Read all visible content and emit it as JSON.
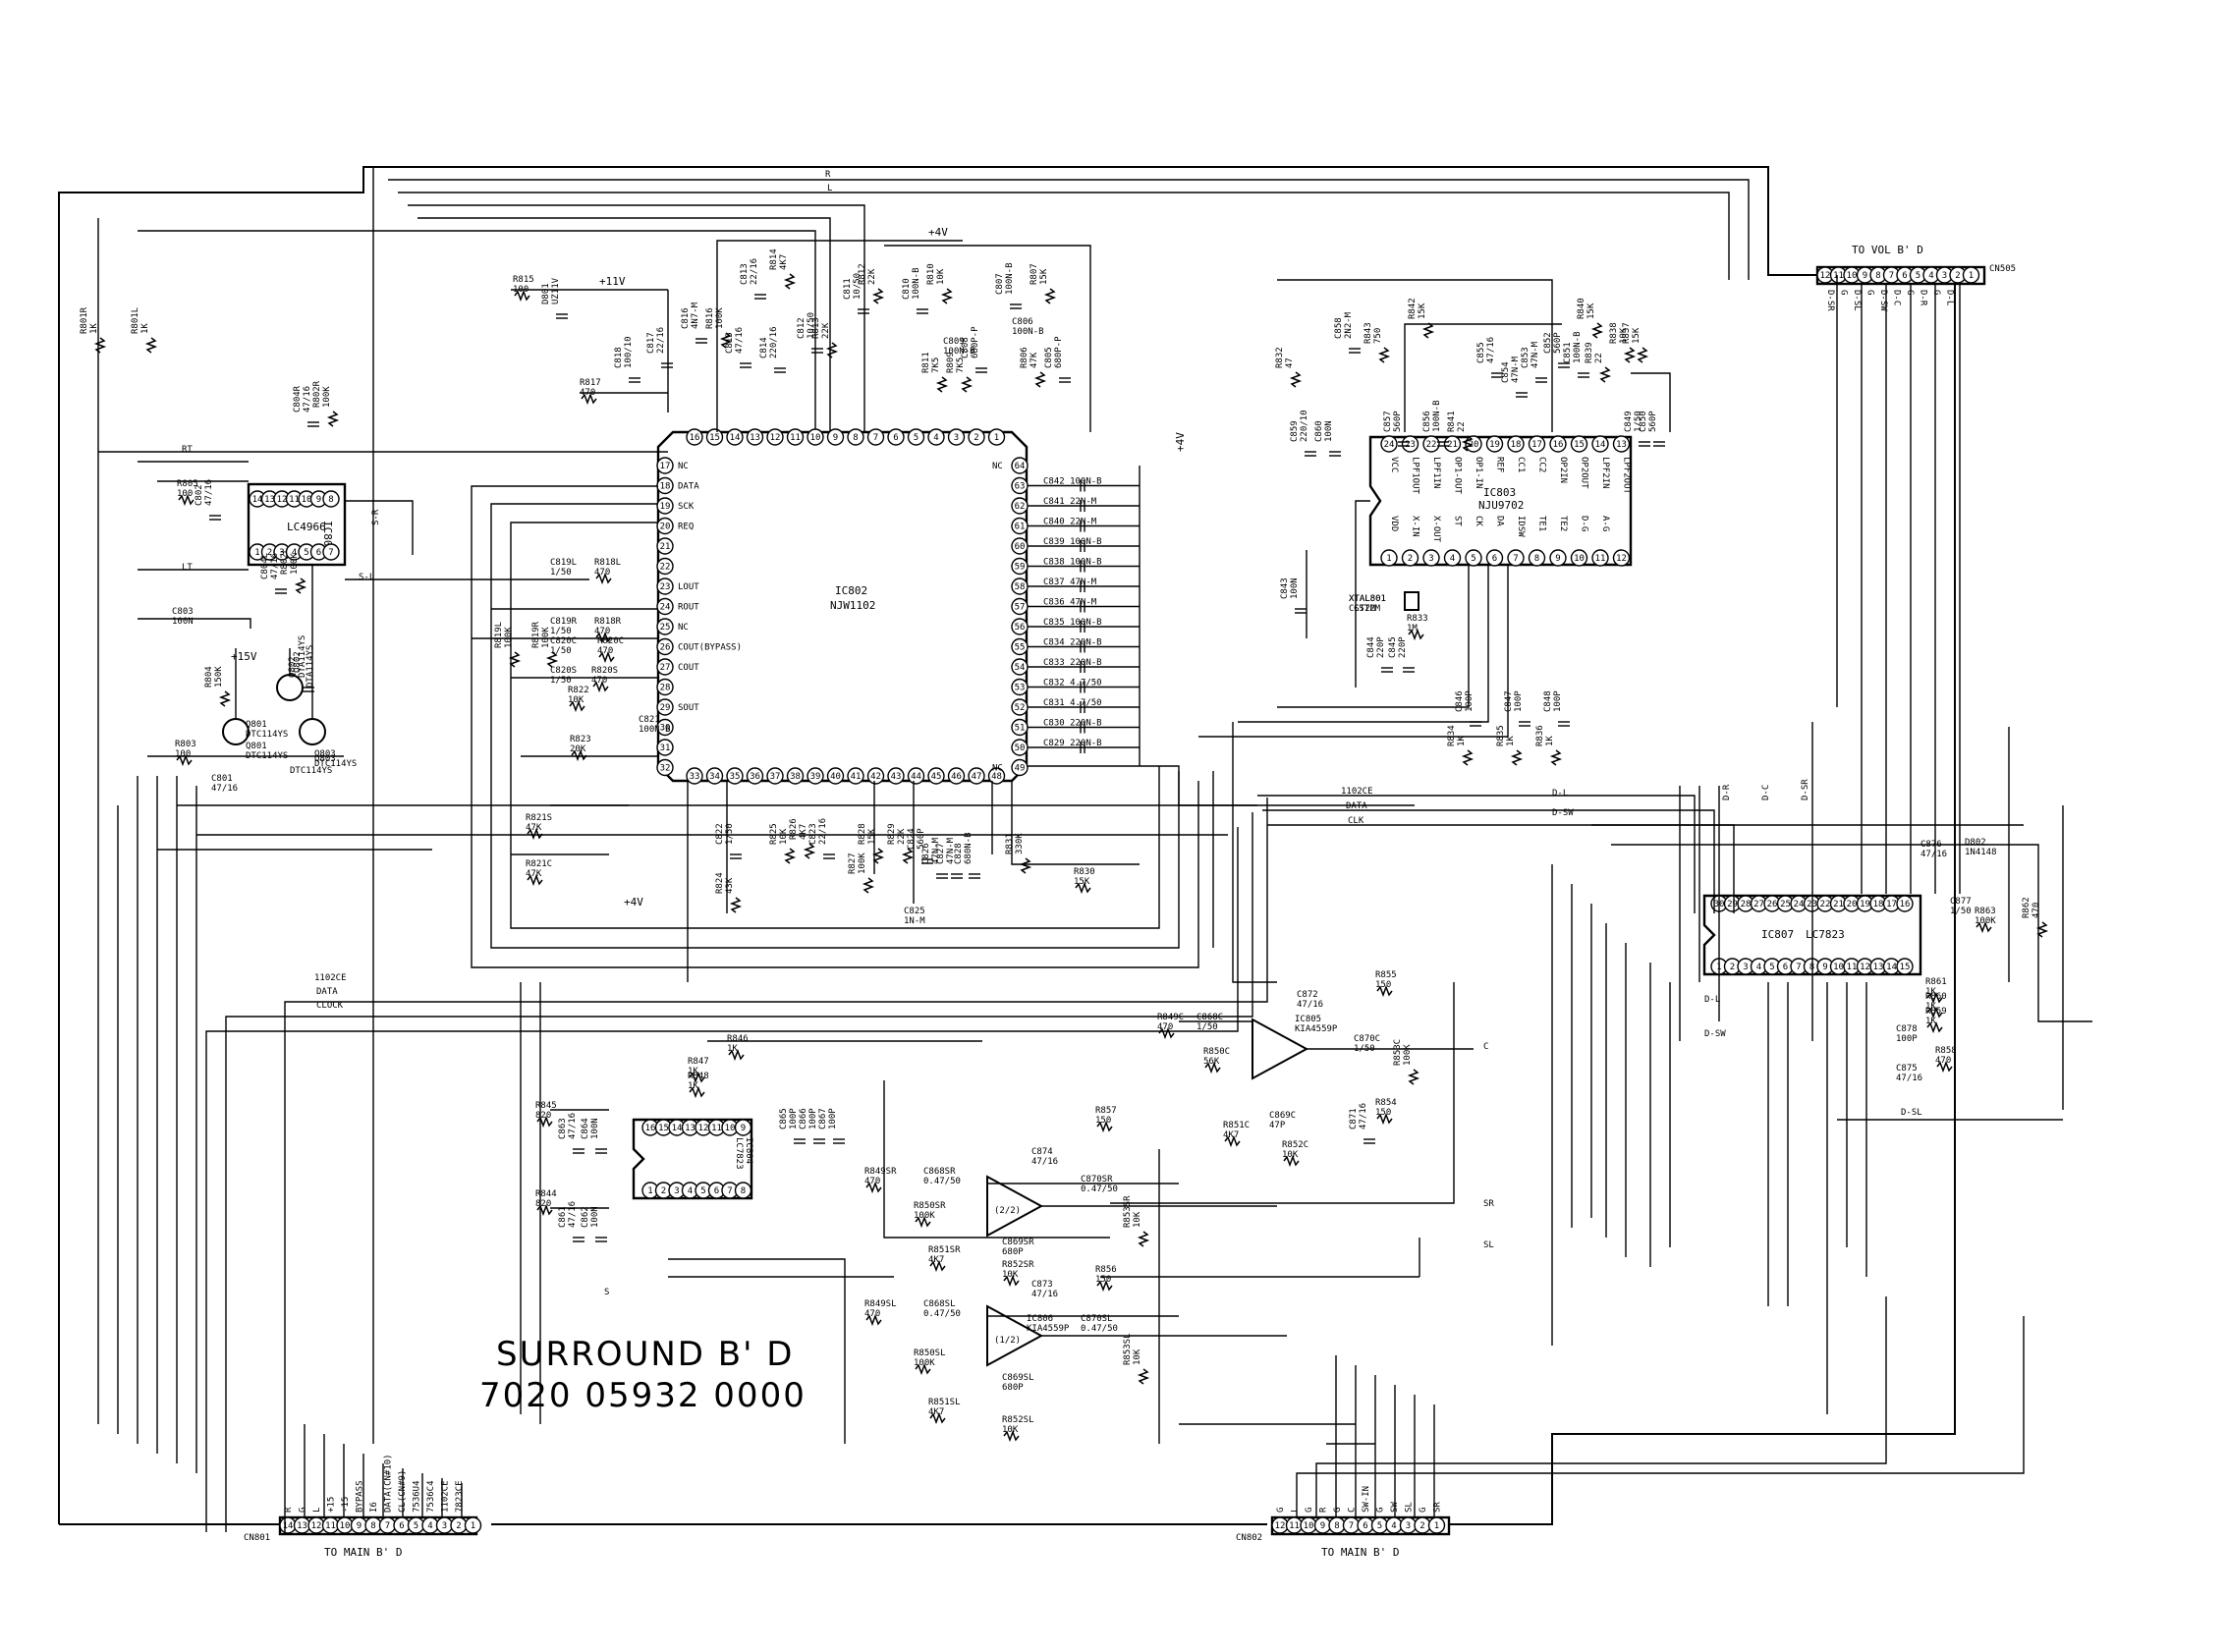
{
  "title": {
    "board": "SURROUND B' D",
    "part_number": "7020 05932 0000"
  },
  "connectors": {
    "cn505": {
      "ref": "CN505",
      "caption": "TO VOL B' D",
      "pin_numbers": [
        "12",
        "11",
        "10",
        "9",
        "8",
        "7",
        "6",
        "5",
        "4",
        "3",
        "2",
        "1"
      ],
      "signals": [
        "D-SR",
        "G",
        "D-SL",
        "G",
        "D-SW",
        "D-C",
        "G",
        "D-R",
        "G",
        "D-L"
      ]
    },
    "cn801": {
      "ref": "CN801",
      "caption": "TO MAIN B' D",
      "pin_numbers": [
        "14",
        "13",
        "12",
        "11",
        "10",
        "9",
        "8",
        "7",
        "6",
        "5",
        "4",
        "3",
        "2",
        "1"
      ],
      "signals": [
        "R",
        "G",
        "L",
        "+15",
        "-15",
        "BYPASS",
        "I6",
        "DATA(CN#10)",
        "CL(CN#9)",
        "7536U4",
        "7536C4",
        "1102CE",
        "7823CE"
      ]
    },
    "cn802": {
      "ref": "CN802",
      "caption": "TO MAIN B' D",
      "pin_numbers": [
        "12",
        "11",
        "10",
        "9",
        "8",
        "7",
        "6",
        "5",
        "4",
        "3",
        "2",
        "1"
      ],
      "signals": [
        "G",
        "L",
        "G",
        "R",
        "G",
        "C",
        "SW-IN",
        "G",
        "SW",
        "SL",
        "G",
        "SR"
      ]
    }
  },
  "ics": {
    "ic801": {
      "ref": "IC801",
      "part": "LC4966"
    },
    "ic802": {
      "ref": "IC802",
      "part": "NJW1102"
    },
    "ic803": {
      "ref": "IC803",
      "part": "NJU9702"
    },
    "ic804": {
      "ref": "IC804",
      "part": "LC7823"
    },
    "ic805": {
      "ref": "IC805",
      "part": "KIA4559P"
    },
    "ic806": {
      "ref": "IC806",
      "part": "KIA4559P"
    },
    "ic807": {
      "ref": "IC807",
      "part": "LC7823"
    }
  },
  "ic802_pins_left": [
    {
      "n": "17",
      "name": "NC"
    },
    {
      "n": "18",
      "name": "DATA"
    },
    {
      "n": "19",
      "name": "SCK"
    },
    {
      "n": "20",
      "name": "REQ"
    },
    {
      "n": "21",
      "name": ""
    },
    {
      "n": "22",
      "name": ""
    },
    {
      "n": "23",
      "name": "LOUT"
    },
    {
      "n": "24",
      "name": "ROUT"
    },
    {
      "n": "25",
      "name": "NC"
    },
    {
      "n": "26",
      "name": "COUT(BYPASS)"
    },
    {
      "n": "27",
      "name": "COUT"
    },
    {
      "n": "28",
      "name": ""
    },
    {
      "n": "29",
      "name": "SOUT"
    },
    {
      "n": "30",
      "name": ""
    },
    {
      "n": "31",
      "name": ""
    },
    {
      "n": "32",
      "name": ""
    }
  ],
  "ic802_pins_top": [
    "16",
    "15",
    "14",
    "13",
    "12",
    "11",
    "10",
    "9",
    "8",
    "7",
    "6",
    "5",
    "4",
    "3",
    "2",
    "1"
  ],
  "ic802_pins_bottom": [
    "33",
    "34",
    "35",
    "36",
    "37",
    "38",
    "39",
    "40",
    "41",
    "42",
    "43",
    "44",
    "45",
    "46",
    "47",
    "48"
  ],
  "ic802_pins_right": [
    {
      "n": "64",
      "part": "NC"
    },
    {
      "n": "63",
      "part": "C842 100N-B"
    },
    {
      "n": "62",
      "part": "C841 22N-M"
    },
    {
      "n": "61",
      "part": "C840 22N-M"
    },
    {
      "n": "60",
      "part": "C839 100N-B"
    },
    {
      "n": "59",
      "part": "C838 100N-B"
    },
    {
      "n": "58",
      "part": "C837 47N-M"
    },
    {
      "n": "57",
      "part": "C836 47N-M"
    },
    {
      "n": "56",
      "part": "C835 100N-B"
    },
    {
      "n": "55",
      "part": "C834 220N-B"
    },
    {
      "n": "54",
      "part": "C833 220N-B"
    },
    {
      "n": "53",
      "part": "C832 4.7/50"
    },
    {
      "n": "52",
      "part": "C831 4.7/50"
    },
    {
      "n": "51",
      "part": "C830 220N-B"
    },
    {
      "n": "50",
      "part": "C829 220N-B"
    },
    {
      "n": "49",
      "part": "NC"
    }
  ],
  "ic803_pins_top": [
    {
      "n": "24",
      "name": "VCC"
    },
    {
      "n": "23",
      "name": "LPF1OUT"
    },
    {
      "n": "22",
      "name": "LPF1IN"
    },
    {
      "n": "21",
      "name": "OP1-OUT"
    },
    {
      "n": "20",
      "name": "OP1-IN"
    },
    {
      "n": "19",
      "name": "REF"
    },
    {
      "n": "18",
      "name": "CC1"
    },
    {
      "n": "17",
      "name": "CC2"
    },
    {
      "n": "16",
      "name": "OP2IN"
    },
    {
      "n": "15",
      "name": "OP2OUT"
    },
    {
      "n": "14",
      "name": "LPF2IN"
    },
    {
      "n": "13",
      "name": "LPF2OUT"
    }
  ],
  "ic803_pins_bottom": [
    {
      "n": "1",
      "name": "VDD"
    },
    {
      "n": "2",
      "name": "X-IN"
    },
    {
      "n": "3",
      "name": "X-OUT"
    },
    {
      "n": "4",
      "name": "ST"
    },
    {
      "n": "5",
      "name": "CK"
    },
    {
      "n": "6",
      "name": "DA"
    },
    {
      "n": "7",
      "name": "IDSW"
    },
    {
      "n": "8",
      "name": "TE1"
    },
    {
      "n": "9",
      "name": "TE2"
    },
    {
      "n": "10",
      "name": "D-G"
    },
    {
      "n": "11",
      "name": "A-G"
    },
    {
      "n": "12",
      "name": ""
    }
  ],
  "ic807_pins_top": [
    "30",
    "29",
    "28",
    "27",
    "26",
    "25",
    "24",
    "23",
    "22",
    "21",
    "20",
    "19",
    "18",
    "17",
    "16"
  ],
  "ic807_pins_bottom": [
    "1",
    "2",
    "3",
    "4",
    "5",
    "6",
    "7",
    "8",
    "9",
    "10",
    "11",
    "12",
    "13",
    "14",
    "15"
  ],
  "ic804_pins_top": [
    "16",
    "15",
    "14",
    "13",
    "12",
    "11",
    "10",
    "9"
  ],
  "ic804_pins_bottom": [
    "1",
    "2",
    "3",
    "4",
    "5",
    "6",
    "7",
    "8"
  ],
  "power_labels": [
    "+4V",
    "+11V",
    "+4V",
    "+4V",
    "+15V"
  ],
  "bus_labels": [
    "1102CE",
    "DATA",
    "CLK",
    "1102CE",
    "DATA",
    "CLOCK"
  ],
  "net_labels": [
    "R",
    "L",
    "RT",
    "LT",
    "S-R",
    "S-L",
    "C",
    "SR",
    "SL",
    "S",
    "D-SW",
    "D-L",
    "D-SL",
    "D-R",
    "D-C",
    "D-SR",
    "D-SW",
    "D-L"
  ],
  "components": [
    {
      "ref": "R801R",
      "value": "1K"
    },
    {
      "ref": "R801L",
      "value": "1K"
    },
    {
      "ref": "R805",
      "value": "100"
    },
    {
      "ref": "C802",
      "value": "47/16"
    },
    {
      "ref": "C804R",
      "value": "47/16"
    },
    {
      "ref": "R802R",
      "value": "100K"
    },
    {
      "ref": "C804L",
      "value": "47/16"
    },
    {
      "ref": "R802L",
      "value": "100K"
    },
    {
      "ref": "C803",
      "value": "100N"
    },
    {
      "ref": "R804",
      "value": "150K"
    },
    {
      "ref": "Q801",
      "value": "DTC114YS"
    },
    {
      "ref": "Q802",
      "value": "DTA114YS"
    },
    {
      "ref": "Q803",
      "value": "DTC114YS"
    },
    {
      "ref": "R803",
      "value": "100"
    },
    {
      "ref": "C801",
      "value": "47/16"
    },
    {
      "ref": "R815",
      "value": "100"
    },
    {
      "ref": "D801",
      "value": "UZ11V"
    },
    {
      "ref": "C818",
      "value": "100/10"
    },
    {
      "ref": "R817",
      "value": "470"
    },
    {
      "ref": "C817",
      "value": "22/16"
    },
    {
      "ref": "C816",
      "value": "4N7-M"
    },
    {
      "ref": "R816",
      "value": "100K"
    },
    {
      "ref": "C815",
      "value": "47/16"
    },
    {
      "ref": "C813",
      "value": "22/16"
    },
    {
      "ref": "R814",
      "value": "4K7"
    },
    {
      "ref": "C814",
      "value": "220/16"
    },
    {
      "ref": "C812",
      "value": "10/50"
    },
    {
      "ref": "R813",
      "value": "22K"
    },
    {
      "ref": "C811",
      "value": "10/50"
    },
    {
      "ref": "R812",
      "value": "22K"
    },
    {
      "ref": "C810",
      "value": "100N-B"
    },
    {
      "ref": "R810",
      "value": "10K"
    },
    {
      "ref": "C809",
      "value": "100N-B"
    },
    {
      "ref": "R811",
      "value": "7K5"
    },
    {
      "ref": "R809",
      "value": "7K5"
    },
    {
      "ref": "C808",
      "value": "680P-P"
    },
    {
      "ref": "C807",
      "value": "100N-B"
    },
    {
      "ref": "R807",
      "value": "15K"
    },
    {
      "ref": "C806",
      "value": "100N-B"
    },
    {
      "ref": "R806",
      "value": "47K"
    },
    {
      "ref": "C805",
      "value": "680P-P"
    },
    {
      "ref": "C819L",
      "value": "1/50"
    },
    {
      "ref": "R818L",
      "value": "470"
    },
    {
      "ref": "C819R",
      "value": "1/50"
    },
    {
      "ref": "R818R",
      "value": "470"
    },
    {
      "ref": "R819L",
      "value": "100K"
    },
    {
      "ref": "R819R",
      "value": "100K"
    },
    {
      "ref": "C820C",
      "value": "1/50"
    },
    {
      "ref": "R820C",
      "value": "470"
    },
    {
      "ref": "R822",
      "value": "10K"
    },
    {
      "ref": "C820S",
      "value": "1/50"
    },
    {
      "ref": "R820S",
      "value": "470"
    },
    {
      "ref": "C821",
      "value": "100N-B"
    },
    {
      "ref": "R823",
      "value": "20K"
    },
    {
      "ref": "R821S",
      "value": "47K"
    },
    {
      "ref": "R821C",
      "value": "47K"
    },
    {
      "ref": "R824",
      "value": "43K"
    },
    {
      "ref": "C822",
      "value": "1/50"
    },
    {
      "ref": "R825",
      "value": "10K"
    },
    {
      "ref": "R826",
      "value": "4K7"
    },
    {
      "ref": "C823",
      "value": "22/16"
    },
    {
      "ref": "R827",
      "value": "100K"
    },
    {
      "ref": "R828",
      "value": "15K"
    },
    {
      "ref": "R829",
      "value": "22K"
    },
    {
      "ref": "C824",
      "value": "560P"
    },
    {
      "ref": "C826",
      "value": "47N-M"
    },
    {
      "ref": "C827",
      "value": "47N-M"
    },
    {
      "ref": "C828",
      "value": "680N-B"
    },
    {
      "ref": "R831",
      "value": "330K"
    },
    {
      "ref": "C825",
      "value": "1N-M"
    },
    {
      "ref": "R830",
      "value": "15K"
    },
    {
      "ref": "R832",
      "value": "47"
    },
    {
      "ref": "C859",
      "value": "220/10"
    },
    {
      "ref": "C860",
      "value": "100N"
    },
    {
      "ref": "C858",
      "value": "2N2-M"
    },
    {
      "ref": "R843",
      "value": "750"
    },
    {
      "ref": "C857",
      "value": "560P"
    },
    {
      "ref": "R842",
      "value": "15K"
    },
    {
      "ref": "C856",
      "value": "100N-B"
    },
    {
      "ref": "R841",
      "value": "22"
    },
    {
      "ref": "C855",
      "value": "47/16"
    },
    {
      "ref": "C854",
      "value": "47N-M"
    },
    {
      "ref": "C853",
      "value": "47N-M"
    },
    {
      "ref": "C852",
      "value": "560P"
    },
    {
      "ref": "C851",
      "value": "100N-B"
    },
    {
      "ref": "R839",
      "value": "22"
    },
    {
      "ref": "R840",
      "value": "15K"
    },
    {
      "ref": "R838",
      "value": "10K"
    },
    {
      "ref": "R837",
      "value": "15K"
    },
    {
      "ref": "C849",
      "value": "1/50"
    },
    {
      "ref": "C850",
      "value": "560P"
    },
    {
      "ref": "C843",
      "value": "100N"
    },
    {
      "ref": "XTAL801",
      "value": "CST2M"
    },
    {
      "ref": "R833",
      "value": "1M"
    },
    {
      "ref": "C844",
      "value": "220P"
    },
    {
      "ref": "C845",
      "value": "220P"
    },
    {
      "ref": "R834",
      "value": "1K"
    },
    {
      "ref": "C846",
      "value": "100P"
    },
    {
      "ref": "R835",
      "value": "1K"
    },
    {
      "ref": "C847",
      "value": "100P"
    },
    {
      "ref": "R836",
      "value": "1K"
    },
    {
      "ref": "C848",
      "value": "100P"
    },
    {
      "ref": "R846",
      "value": "1K"
    },
    {
      "ref": "R847",
      "value": "1K"
    },
    {
      "ref": "R848",
      "value": "1K"
    },
    {
      "ref": "R845",
      "value": "820"
    },
    {
      "ref": "C863",
      "value": "47/16"
    },
    {
      "ref": "C864",
      "value": "100N"
    },
    {
      "ref": "R844",
      "value": "820"
    },
    {
      "ref": "C861",
      "value": "47/16"
    },
    {
      "ref": "C862",
      "value": "100N"
    },
    {
      "ref": "C865",
      "value": "100P"
    },
    {
      "ref": "C866",
      "value": "100P"
    },
    {
      "ref": "C867",
      "value": "100P"
    },
    {
      "ref": "R849C",
      "value": "470"
    },
    {
      "ref": "C868C",
      "value": "1/50"
    },
    {
      "ref": "R850C",
      "value": "56K"
    },
    {
      "ref": "C872",
      "value": "47/16"
    },
    {
      "ref": "R855",
      "value": "150"
    },
    {
      "ref": "C870C",
      "value": "1/50"
    },
    {
      "ref": "R853C",
      "value": "100K"
    },
    {
      "ref": "C869C",
      "value": "47P"
    },
    {
      "ref": "R851C",
      "value": "4K7"
    },
    {
      "ref": "R852C",
      "value": "10K"
    },
    {
      "ref": "R854",
      "value": "150"
    },
    {
      "ref": "C871",
      "value": "47/16"
    },
    {
      "ref": "R849SR",
      "value": "470"
    },
    {
      "ref": "C868SR",
      "value": "0.47/50"
    },
    {
      "ref": "R850SR",
      "value": "100K"
    },
    {
      "ref": "C874",
      "value": "47/16"
    },
    {
      "ref": "R857",
      "value": "150"
    },
    {
      "ref": "C870SR",
      "value": "0.47/50"
    },
    {
      "ref": "R853SR",
      "value": "10K"
    },
    {
      "ref": "C869SR",
      "value": "680P"
    },
    {
      "ref": "R851SR",
      "value": "4K7"
    },
    {
      "ref": "R852SR",
      "value": "10K"
    },
    {
      "ref": "R849SL",
      "value": "470"
    },
    {
      "ref": "C868SL",
      "value": "0.47/50"
    },
    {
      "ref": "R850SL",
      "value": "100K"
    },
    {
      "ref": "C873",
      "value": "47/16"
    },
    {
      "ref": "R856",
      "value": "150"
    },
    {
      "ref": "C870SL",
      "value": "0.47/50"
    },
    {
      "ref": "R853SL",
      "value": "10K"
    },
    {
      "ref": "C869SL",
      "value": "680P"
    },
    {
      "ref": "R851SL",
      "value": "4K7"
    },
    {
      "ref": "R852SL",
      "value": "10K"
    },
    {
      "ref": "C876",
      "value": "47/16"
    },
    {
      "ref": "D802",
      "value": "1N4148"
    },
    {
      "ref": "C877",
      "value": "1/50"
    },
    {
      "ref": "R863",
      "value": "100K"
    },
    {
      "ref": "R862",
      "value": "470"
    },
    {
      "ref": "R861",
      "value": "1K"
    },
    {
      "ref": "R860",
      "value": "1K"
    },
    {
      "ref": "R859",
      "value": "1K"
    },
    {
      "ref": "C878",
      "value": "100P"
    },
    {
      "ref": "R858",
      "value": "470"
    },
    {
      "ref": "C875",
      "value": "47/16"
    }
  ]
}
